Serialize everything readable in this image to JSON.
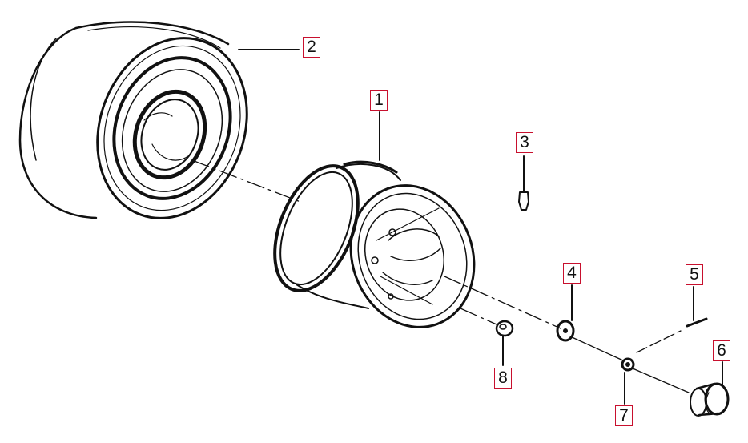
{
  "callouts": {
    "c1": "1",
    "c2": "2",
    "c3": "3",
    "c4": "4",
    "c5": "5",
    "c6": "6",
    "c7": "7",
    "c8": "8"
  },
  "colors": {
    "line": "#111111",
    "callout_border": "#c8102e"
  }
}
